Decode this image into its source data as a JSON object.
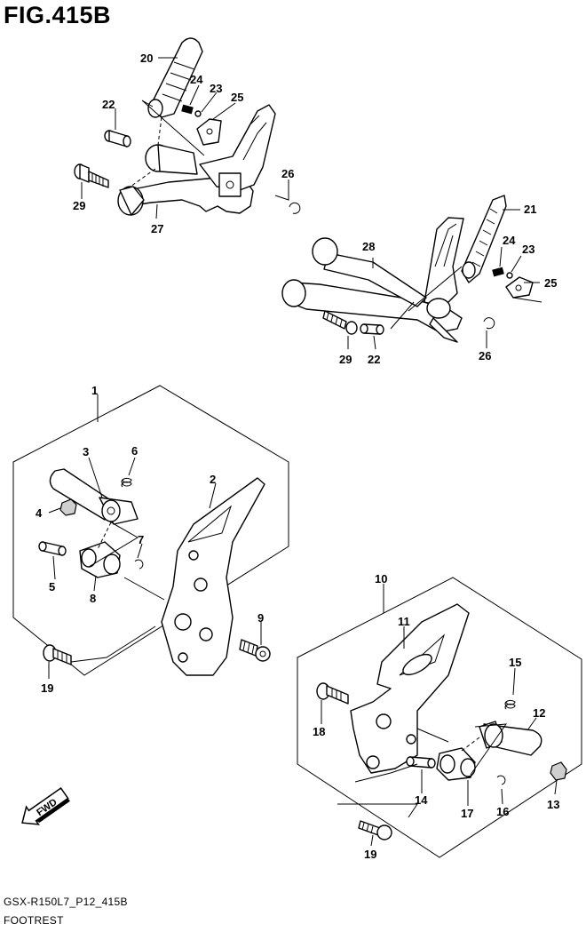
{
  "figure": {
    "title": "FIG.415B",
    "model_code": "GSX-R150L7_P12_415B",
    "section_name": "FOOTREST",
    "direction_label": "FWD"
  },
  "callouts": {
    "c1": "1",
    "c2": "2",
    "c3": "3",
    "c4": "4",
    "c5": "5",
    "c6": "6",
    "c7": "7",
    "c8": "8",
    "c9": "9",
    "c10": "10",
    "c11": "11",
    "c12": "12",
    "c13": "13",
    "c14": "14",
    "c15": "15",
    "c16": "16",
    "c17": "17",
    "c18": "18",
    "c19a": "19",
    "c19b": "19",
    "c20": "20",
    "c21": "21",
    "c22a": "22",
    "c22b": "22",
    "c23a": "23",
    "c23b": "23",
    "c24a": "24",
    "c24b": "24",
    "c25a": "25",
    "c25b": "25",
    "c26a": "26",
    "c26b": "26",
    "c27": "27",
    "c28": "28",
    "c29a": "29",
    "c29b": "29"
  },
  "icons": {
    "direction_arrow": "fwd-arrow-icon"
  }
}
